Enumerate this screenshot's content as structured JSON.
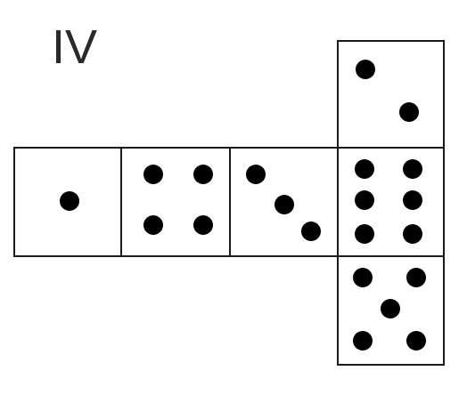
{
  "label": "IV",
  "colors": {
    "outline": "#1a1a1a",
    "pip": "#000000",
    "face": "#ffffff"
  },
  "net": {
    "faces": [
      {
        "name": "face-one",
        "pips": 1
      },
      {
        "name": "face-four",
        "pips": 4
      },
      {
        "name": "face-three",
        "pips": 3
      },
      {
        "name": "face-six",
        "pips": 6
      },
      {
        "name": "face-two",
        "pips": 2
      },
      {
        "name": "face-five",
        "pips": 5
      }
    ]
  }
}
